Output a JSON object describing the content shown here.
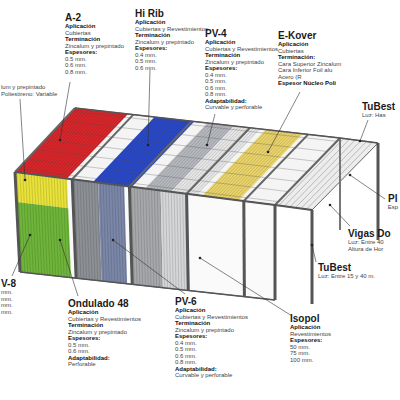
{
  "diagram": {
    "labels": [
      "A-2",
      "Aplicación",
      "Cubiertas",
      "Terminación",
      "Zincalum y prepintado",
      "Espesores:",
      "0.5 mm.",
      "0.6 mm.",
      "0.8 mm.",
      "lum y prepintado",
      "Poliestireno: Variable",
      "Hi Rib",
      "Aplicación",
      "Cubiertas y Revestimientos",
      "Terminación",
      "Zincalum y prepintado",
      "Espesores:",
      "0.4 mm.",
      "0.5 mm.",
      "0.6 mm.",
      "PV-4",
      "Aplicación",
      "Cubiertas y Revestimientos",
      "Terminación",
      "Zincalum y prepintado",
      "Espesores:",
      "0.4 mm.",
      "0.5 mm.",
      "0.6 mm.",
      "0.8 mm.",
      "Adaptabilidad:",
      "Curvable y perforable",
      "E-Kover",
      "Aplicación",
      "Cubiertas",
      "Terminación:",
      "Cara Superior Zincalum",
      "Cara Inferior Foil alu",
      "Acero (R",
      "Espesor Núcleo Poli",
      "TuBest",
      "Luz: Has",
      "Pl",
      "Esp",
      "Vigas Do",
      "Luz: Entre 40",
      "Altura de Hor",
      "TuBest",
      "Luz: Entre 15 y 40 m.",
      "Isopol",
      "Aplicación",
      "Revestimientos",
      "Espesores:",
      "50 mm.",
      "75 mm.",
      "100 mm.",
      "PV-6",
      "Aplicación",
      "Cubiertas y Revestimientos",
      "Terminación",
      "Zincalum y prepintado",
      "Espesores:",
      "0.4 mm.",
      "0.5 mm.",
      "0.6 mm.",
      "0.8 mm.",
      "Adaptabilidad:",
      "Curvable y perforable",
      "Ondulado 48",
      "Aplicación",
      "Cubiertas y Revestimientos",
      "Terminación",
      "Zincalum y prepintado",
      "Espesores:",
      "0.5 mm.",
      "0.6 mm.",
      "Adaptabilidad:",
      "Perforable",
      "V-8",
      "mm.",
      "mm.",
      "mm.",
      "mm."
    ]
  }
}
